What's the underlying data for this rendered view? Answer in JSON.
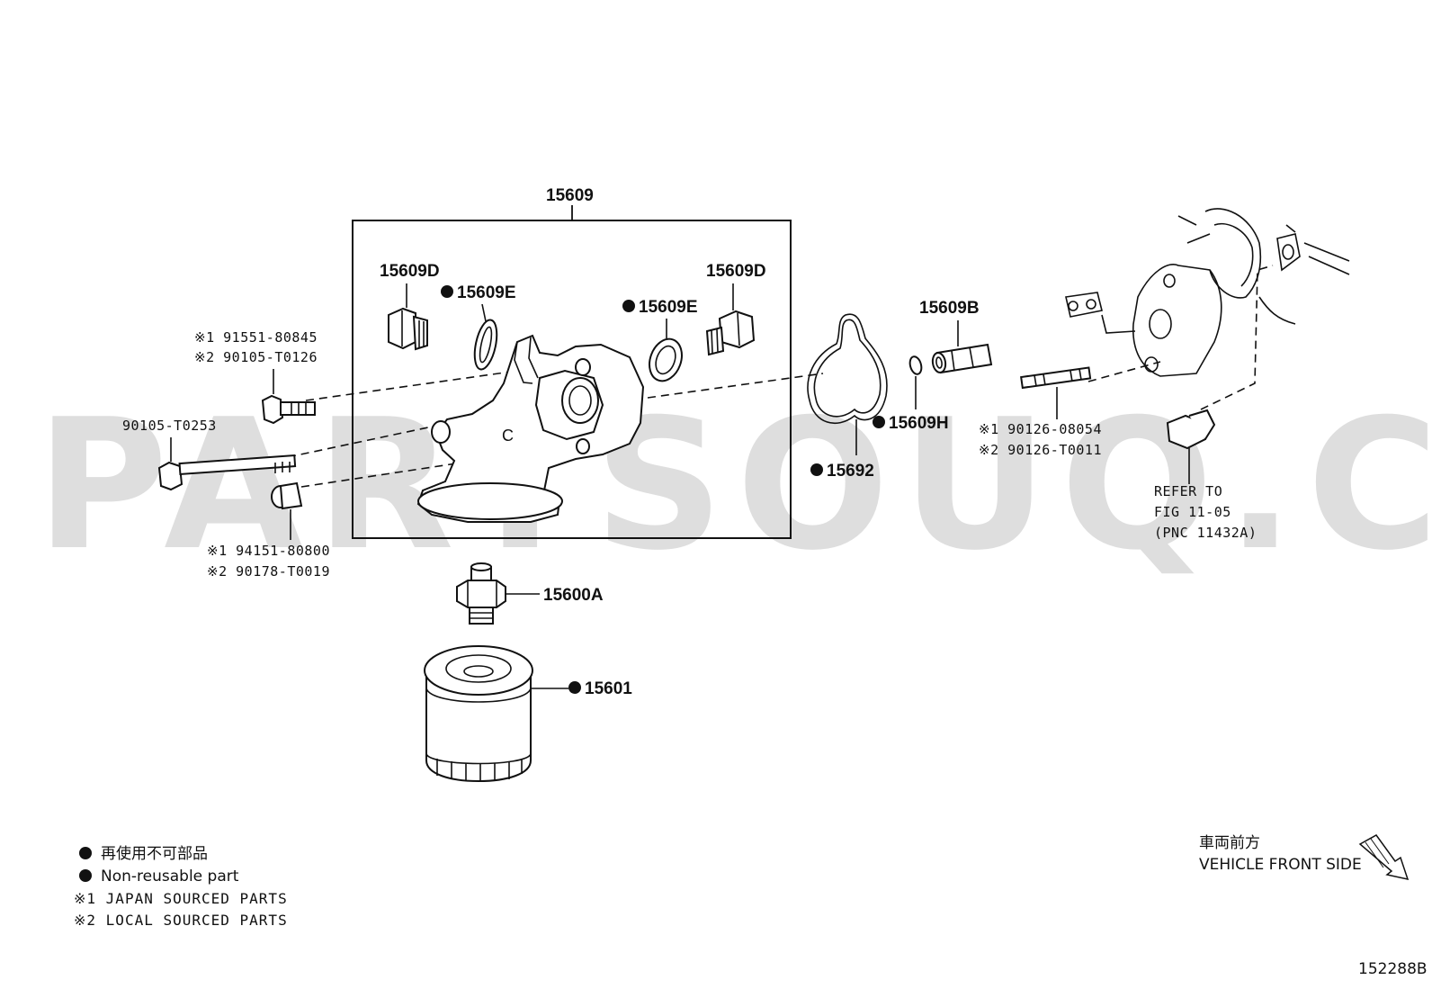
{
  "watermark": "PARTSOUQ.COM",
  "labels": {
    "assy": "15609",
    "plug_left": "15609D",
    "gasket_left": "15609E",
    "gasket_right": "15609E",
    "plug_right": "15609D",
    "union": "15609B",
    "oring": "15609H",
    "gasket_cover": "15692",
    "union_bolt": "15600A",
    "filter": "15601"
  },
  "bolts": {
    "bolt_top_1": "※1 91551-80845",
    "bolt_top_2": "※2 90105-T0126",
    "bolt_long": "90105-T0253",
    "collar_1": "※1 94151-80800",
    "collar_2": "※2 90178-T0019",
    "stud_1": "※1 90126-08054",
    "stud_2": "※2 90126-T0011"
  },
  "refer": {
    "line1": "REFER TO",
    "line2": "FIG 11-05",
    "line3": "(PNC 11432A)"
  },
  "legend": {
    "non_reusable_jp": "再使用不可部品",
    "non_reusable_en": "Non-reusable part",
    "japan_sourced": "※1 JAPAN SOURCED PARTS",
    "local_sourced": "※2 LOCAL SOURCED PARTS"
  },
  "direction": {
    "jp": "車両前方",
    "en": "VEHICLE FRONT SIDE"
  },
  "figure_id": "152288B"
}
